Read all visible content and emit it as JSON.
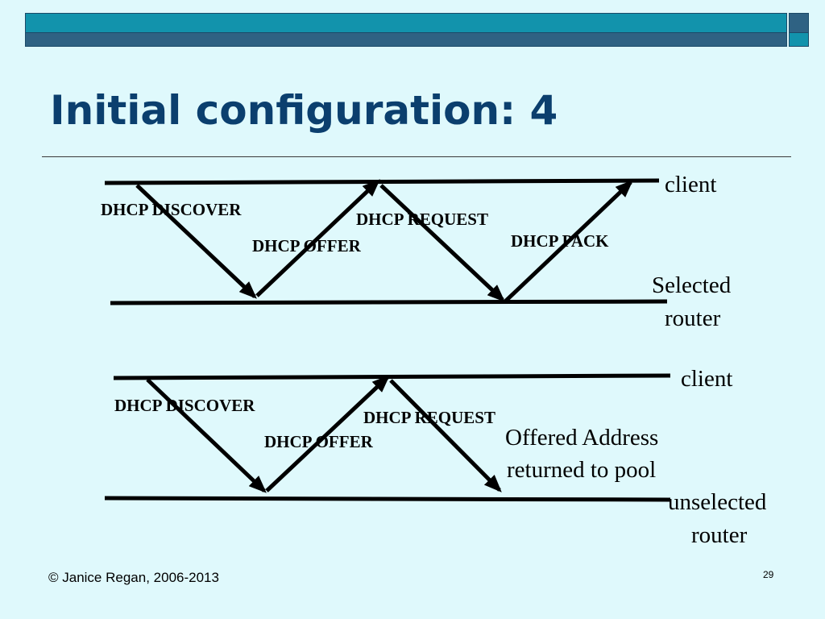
{
  "slide": {
    "title": "Initial configuration: 4",
    "footer": "© Janice Regan, 2006-2013",
    "page_number": "29"
  },
  "diagram_top": {
    "client_label": "client",
    "router_label_line1": "Selected",
    "router_label_line2": "router",
    "messages": {
      "discover": "DHCP DISCOVER",
      "offer": "DHCP OFFER",
      "request": "DHCP REQUEST",
      "pack": "DHCP PACK"
    }
  },
  "diagram_bottom": {
    "client_label": "client",
    "router_label_line1": "unselected",
    "router_label_line2": "router",
    "note_line1": "Offered Address",
    "note_line2": "returned to pool",
    "messages": {
      "discover": "DHCP DISCOVER",
      "offer": "DHCP OFFER",
      "request": "DHCP REQUEST"
    }
  },
  "colors": {
    "background": "#dff9fc",
    "title": "#0b3f6e",
    "bar_light": "#1293ac",
    "bar_dark": "#2f6283"
  }
}
